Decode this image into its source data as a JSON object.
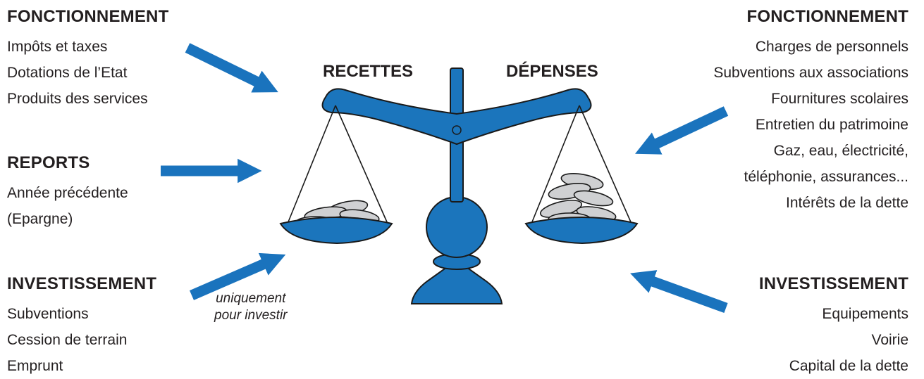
{
  "left": {
    "fonctionnement": {
      "title": "FONCTIONNEMENT",
      "items": [
        "Impôts et taxes",
        "Dotations de l’Etat",
        "Produits des services"
      ]
    },
    "reports": {
      "title": "REPORTS",
      "items": [
        "Année précédente",
        "(Epargne)"
      ]
    },
    "investissement": {
      "title": "INVESTISSEMENT",
      "items": [
        "Subventions",
        "Cession de terrain",
        "Emprunt"
      ]
    }
  },
  "scale": {
    "recettes": "RECETTES",
    "depenses": "DÉPENSES",
    "note_line1": "uniquement",
    "note_line2": "pour investir"
  },
  "right": {
    "fonctionnement": {
      "title": "FONCTIONNEMENT",
      "items": [
        "Charges de personnels",
        "Subventions aux associations",
        "Fournitures scolaires",
        "Entretien du patrimoine",
        "Gaz, eau, électricité,",
        "téléphonie, assurances...",
        "Intérêts de la dette"
      ]
    },
    "investissement": {
      "title": "INVESTISSEMENT",
      "items": [
        "Equipements",
        "Voirie",
        "Capital de la dette"
      ]
    }
  },
  "colors": {
    "arrow": "#1a73bd",
    "scale_fill": "#1b75bc",
    "scale_stroke": "#1a1a1a",
    "coin_fill": "#cfd0d2",
    "text": "#231f20"
  }
}
